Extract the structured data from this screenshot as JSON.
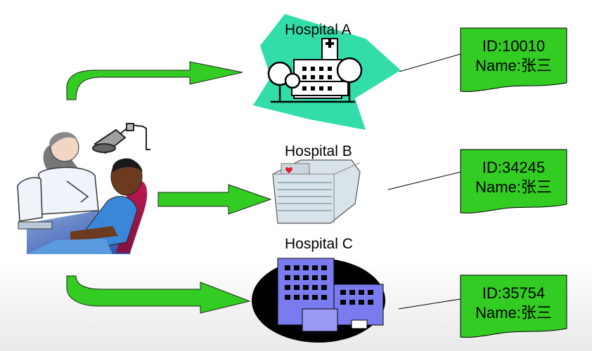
{
  "hospitals": [
    {
      "label": "Hospital A",
      "record": {
        "id": "ID:10010",
        "name": "Name:张三"
      }
    },
    {
      "label": "Hospital B",
      "record": {
        "id": "ID:34245",
        "name": "Name:张三"
      }
    },
    {
      "label": "Hospital C",
      "record": {
        "id": "ID:35754",
        "name": "Name:张三"
      }
    }
  ],
  "colors": {
    "arrow_fill": "#33cc22",
    "card_fill": "#33cc22",
    "hospital_a_bg": "#33ddaa",
    "hospital_b_building": "#d9e4ea",
    "hospital_c_building": "#7b7bf0",
    "hospital_c_bg": "#000000"
  },
  "icons": [
    "dentist-patient-icon",
    "hospital-a-icon",
    "hospital-b-icon",
    "hospital-c-icon"
  ]
}
